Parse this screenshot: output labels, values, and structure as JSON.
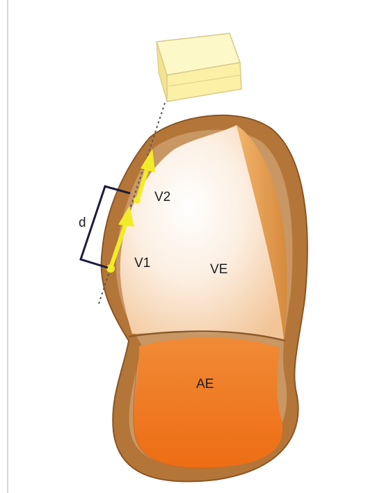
{
  "labels": {
    "d": "d",
    "v1": "V1",
    "v2": "V2",
    "ve": "VE",
    "ae": "AE"
  },
  "colors": {
    "wall_outer": "#b0743a",
    "wall_light": "#c99763",
    "atrial_chamber": "#f07a20",
    "ventricular_chamber_light": "#fdf5ec",
    "ventricular_chamber_dark": "#f4c79a",
    "arrow": "#f2ec28",
    "probe": "#fbf3a8",
    "bracket": "#1b1b40"
  }
}
